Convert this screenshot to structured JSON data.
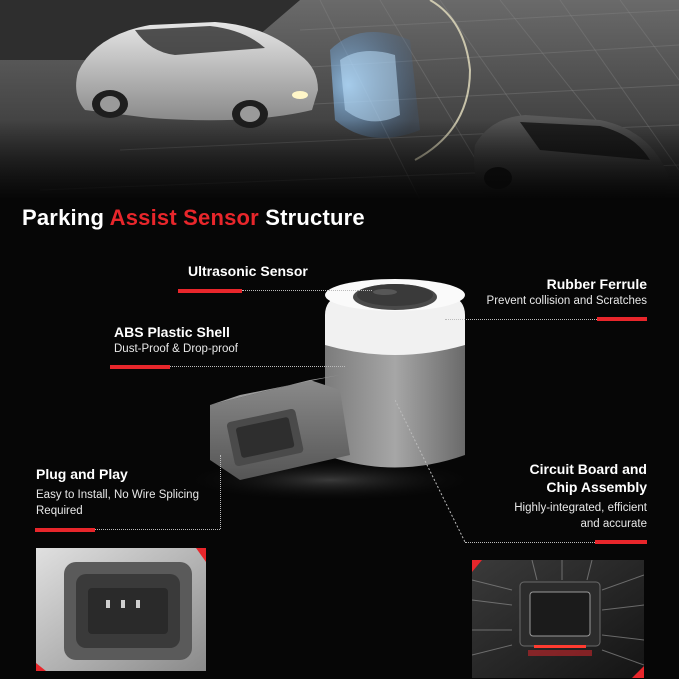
{
  "title": {
    "part1": "Parking",
    "accent": "Assist Sensor",
    "part2": "Structure"
  },
  "labels": {
    "ultrasonic": {
      "heading": "Ultrasonic Sensor"
    },
    "rubber": {
      "heading": "Rubber Ferrule",
      "sub": "Prevent collision and Scratches"
    },
    "abs": {
      "heading": "ABS Plastic Shell",
      "sub": "Dust-Proof & Drop-proof"
    },
    "plug": {
      "heading": "Plug and Play",
      "sub_line1": "Easy to Install, No Wire Splicing",
      "sub_line2": "Required"
    },
    "circuit": {
      "heading_line1": "Circuit Board and",
      "heading_line2": "Chip Assembly",
      "sub_line1": "Highly-integrated, efficient",
      "sub_line2": "and accurate"
    }
  },
  "colors": {
    "accent": "#e8262b",
    "background": "#060606",
    "text": "#ffffff"
  }
}
